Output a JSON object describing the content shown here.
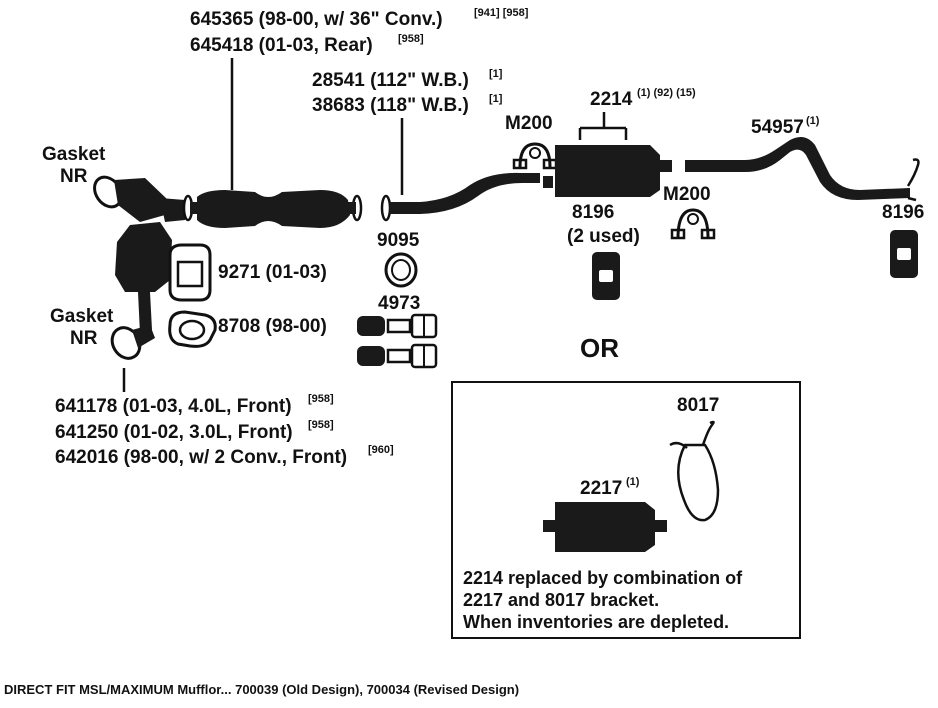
{
  "labels": {
    "p645365": "645365 (98-00, w/ 36\" Conv.)",
    "p645365_sup": "[941] [958]",
    "p645418": "645418 (01-03, Rear)",
    "p645418_sup": "[958]",
    "p28541": "28541 (112\" W.B.)",
    "p28541_sup": "[1]",
    "p38683": "38683 (118\" W.B.)",
    "p38683_sup": "[1]",
    "p2214": "2214",
    "p2214_sup": "(1) (92) (15)",
    "m200_a": "M200",
    "m200_b": "M200",
    "p54957": "54957",
    "p54957_sup": "(1)",
    "gasket_top_1": "Gasket",
    "gasket_top_2": "NR",
    "gasket_bot_1": "Gasket",
    "gasket_bot_2": "NR",
    "p9271": "9271 (01-03)",
    "p8708": "8708 (98-00)",
    "p9095": "9095",
    "p4973": "4973",
    "p8196_mid": "8196",
    "p8196_used": "(2 used)",
    "p8196_right": "8196",
    "or": "OR",
    "p641178": "641178 (01-03, 4.0L, Front)",
    "p641178_sup": "[958]",
    "p641250": "641250 (01-02, 3.0L, Front)",
    "p641250_sup": "[958]",
    "p642016": "642016 (98-00, w/ 2 Conv., Front)",
    "p642016_sup": "[960]",
    "p8017": "8017",
    "p2217": "2217",
    "p2217_sup": "(1)",
    "note_1": "2214 replaced by combination of",
    "note_2": "2217 and 8017 bracket.",
    "note_3": "When inventories are depleted."
  },
  "caption": "DIRECT FIT MSL/MAXIMUM Mufflor... 700039 (Old Design), 700034 (Revised Design)"
}
